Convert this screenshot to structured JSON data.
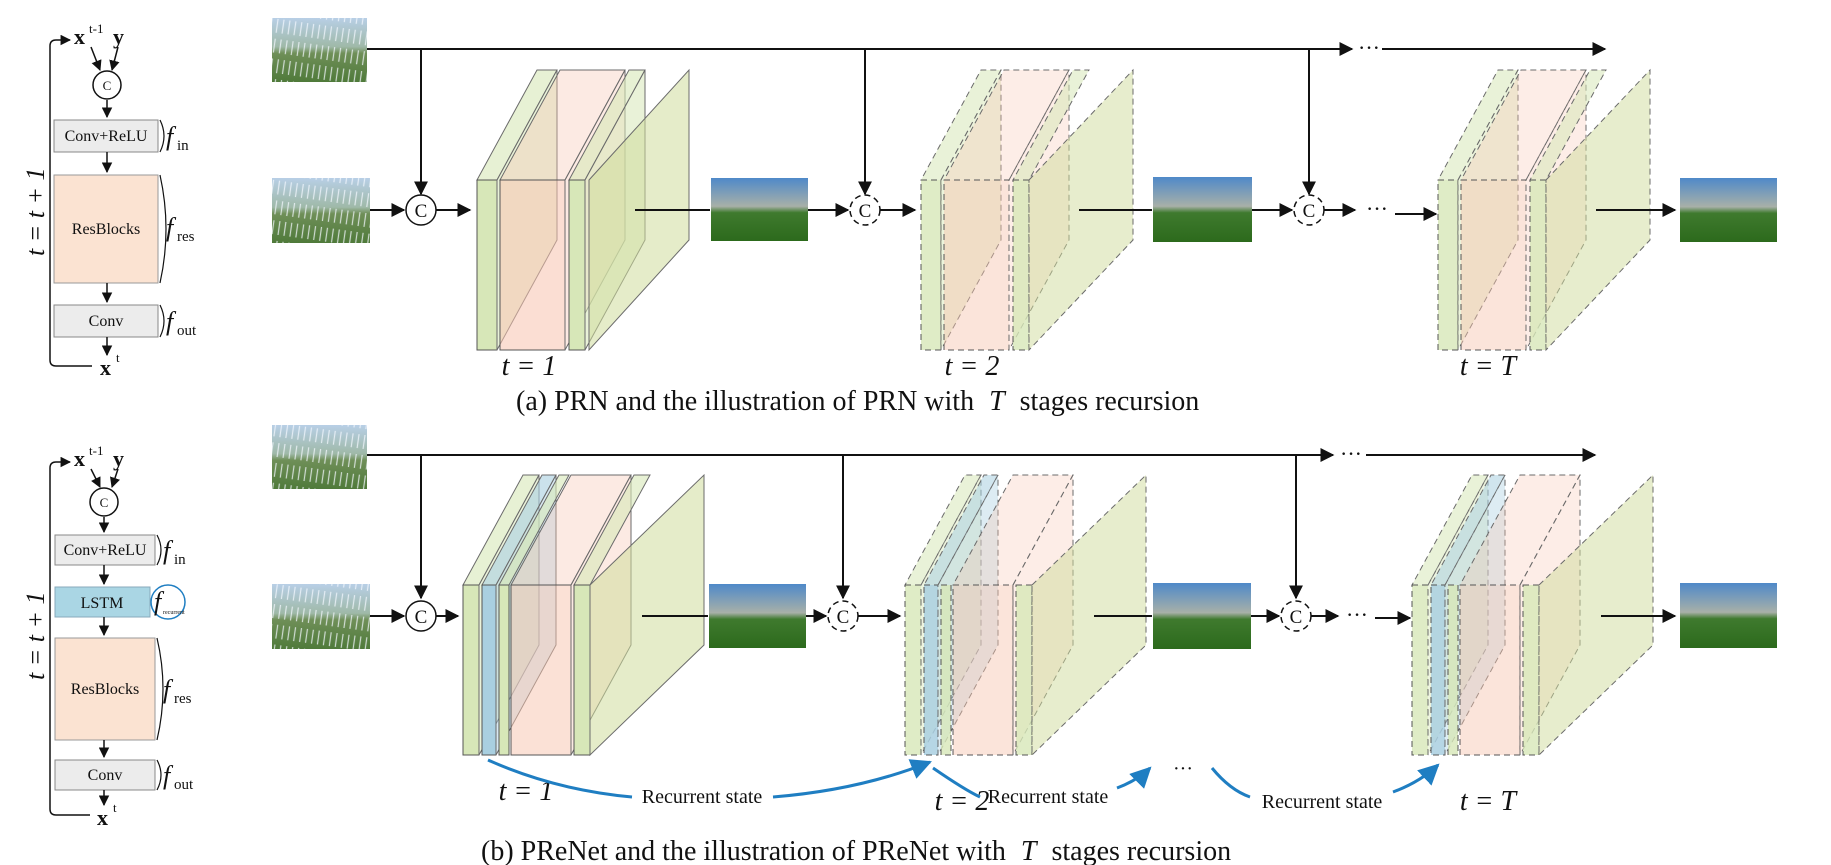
{
  "colors": {
    "conv_box": "#ececec",
    "resblock_box": "#fbe3d2",
    "lstm_box": "#aad6e4",
    "slab_green": "#d7e7b8",
    "slab_pink": "#f7c3ae",
    "slab_blue": "#a9cfe0",
    "slab_olive": "#cfdc9c",
    "recurrent_arrow": "#1f7ec2"
  },
  "panel_a": {
    "caption_text": "(a) PRN and the illustration of PRN with",
    "caption_T": "T",
    "caption_end": "stages recursion",
    "diagram": {
      "input_x": "x",
      "input_x_sup": "t-1",
      "input_y": "y",
      "concat": "C",
      "fin_box": "Conv+ReLU",
      "fin_f": "f",
      "fin_sub": "in",
      "fres_box": "ResBlocks",
      "fres_f": "f",
      "fres_sub": "res",
      "fout_box": "Conv",
      "fout_f": "f",
      "fout_sub": "out",
      "output_x": "x",
      "output_x_sup": "t",
      "loop_label": "t = t + 1"
    },
    "stages": [
      "t = 1",
      "t = 2",
      "t = T"
    ],
    "concat_label": "C",
    "ellipsis": "···"
  },
  "panel_b": {
    "caption_text": "(b) PReNet and the illustration of PReNet with",
    "caption_T": "T",
    "caption_end": "stages recursion",
    "diagram": {
      "input_x": "x",
      "input_x_sup": "t-1",
      "input_y": "y",
      "concat": "C",
      "fin_box": "Conv+ReLU",
      "fin_f": "f",
      "fin_sub": "in",
      "lstm_box": "LSTM",
      "frec_f": "f",
      "frec_sub": "recurrent",
      "fres_box": "ResBlocks",
      "fres_f": "f",
      "fres_sub": "res",
      "fout_box": "Conv",
      "fout_f": "f",
      "fout_sub": "out",
      "output_x": "x",
      "output_x_sup": "t",
      "loop_label": "t = t + 1"
    },
    "stages": [
      "t = 1",
      "t = 2",
      "t = T"
    ],
    "recurrent_labels": [
      "Recurrent state",
      "Recurrent state",
      "Recurrent state"
    ],
    "concat_label": "C",
    "ellipsis": "···"
  }
}
